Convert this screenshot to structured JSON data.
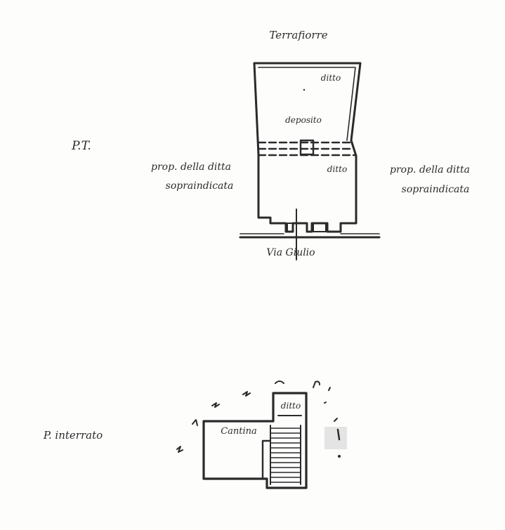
{
  "ground_floor": {
    "top_street": "Terrafiorre",
    "floor_label": "P.T.",
    "upper_room": "ditto",
    "middle_room": "deposito",
    "lower_room": "ditto",
    "left_neighbour_line1": "prop. della ditta",
    "left_neighbour_line2": "sopraindicata",
    "right_neighbour_line1": "prop. della ditta",
    "right_neighbour_line2": "sopraindicata",
    "bottom_street": "Via Giulio"
  },
  "basement": {
    "floor_label": "P. interrato",
    "room_label": "Cantina",
    "stair_label": "ditto"
  },
  "colors": {
    "ink": "#2a2a2a",
    "paper": "#fdfdfc"
  }
}
